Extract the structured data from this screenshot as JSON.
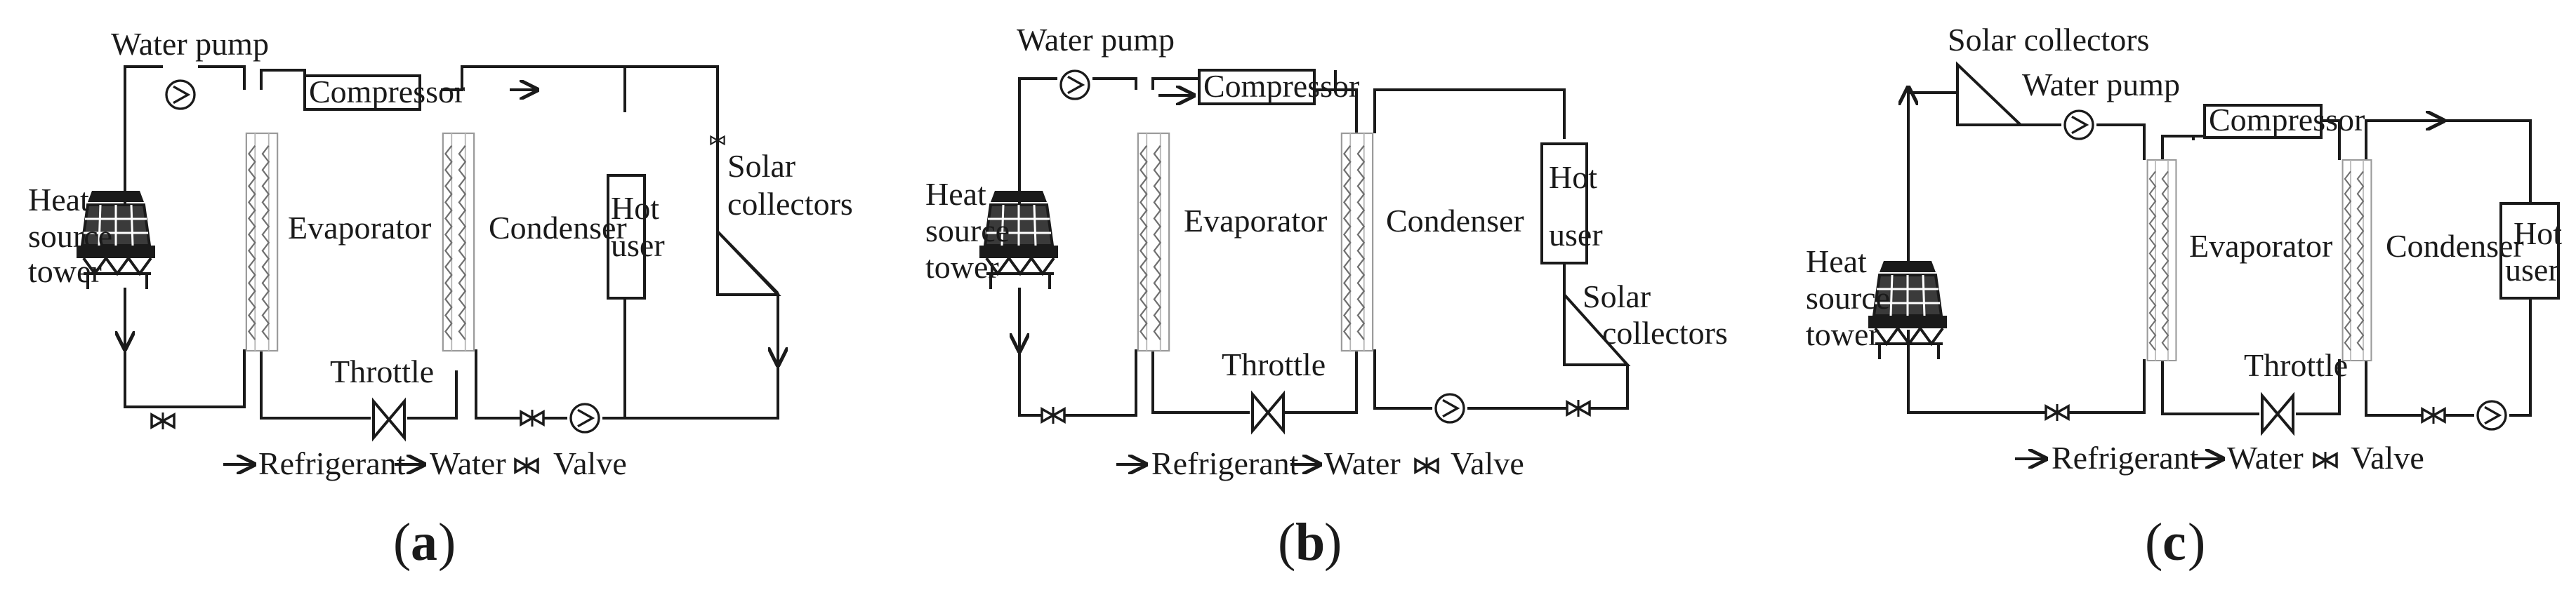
{
  "labels": {
    "water_pump": "Water pump",
    "compressor": "Compressor",
    "evaporator": "Evaporator",
    "condenser": "Condenser",
    "hot": "Hot",
    "user": "user",
    "throttle": "Throttle",
    "solar": "Solar",
    "collectors": "collectors",
    "solar_collectors": "Solar collectors",
    "heat": "Heat",
    "source": "source",
    "tower": "tower"
  },
  "legend": {
    "refrigerant": "Refrigerant",
    "water": "Water",
    "valve": "Valve"
  },
  "captions": {
    "a_open": "(",
    "a": "a",
    "a_close": ")",
    "b_open": "(",
    "b": "b",
    "b_close": ")",
    "c_open": "(",
    "c": "c",
    "c_close": ")"
  },
  "colors": {
    "line": "#1a1a1a",
    "exchanger_outline": "#9a9a9a",
    "background": "#ffffff"
  },
  "icons": [
    "water-pump-icon",
    "valve-icon",
    "throttle-icon",
    "heat-source-tower-icon",
    "solar-collector-icon",
    "flow-arrow-icon"
  ]
}
